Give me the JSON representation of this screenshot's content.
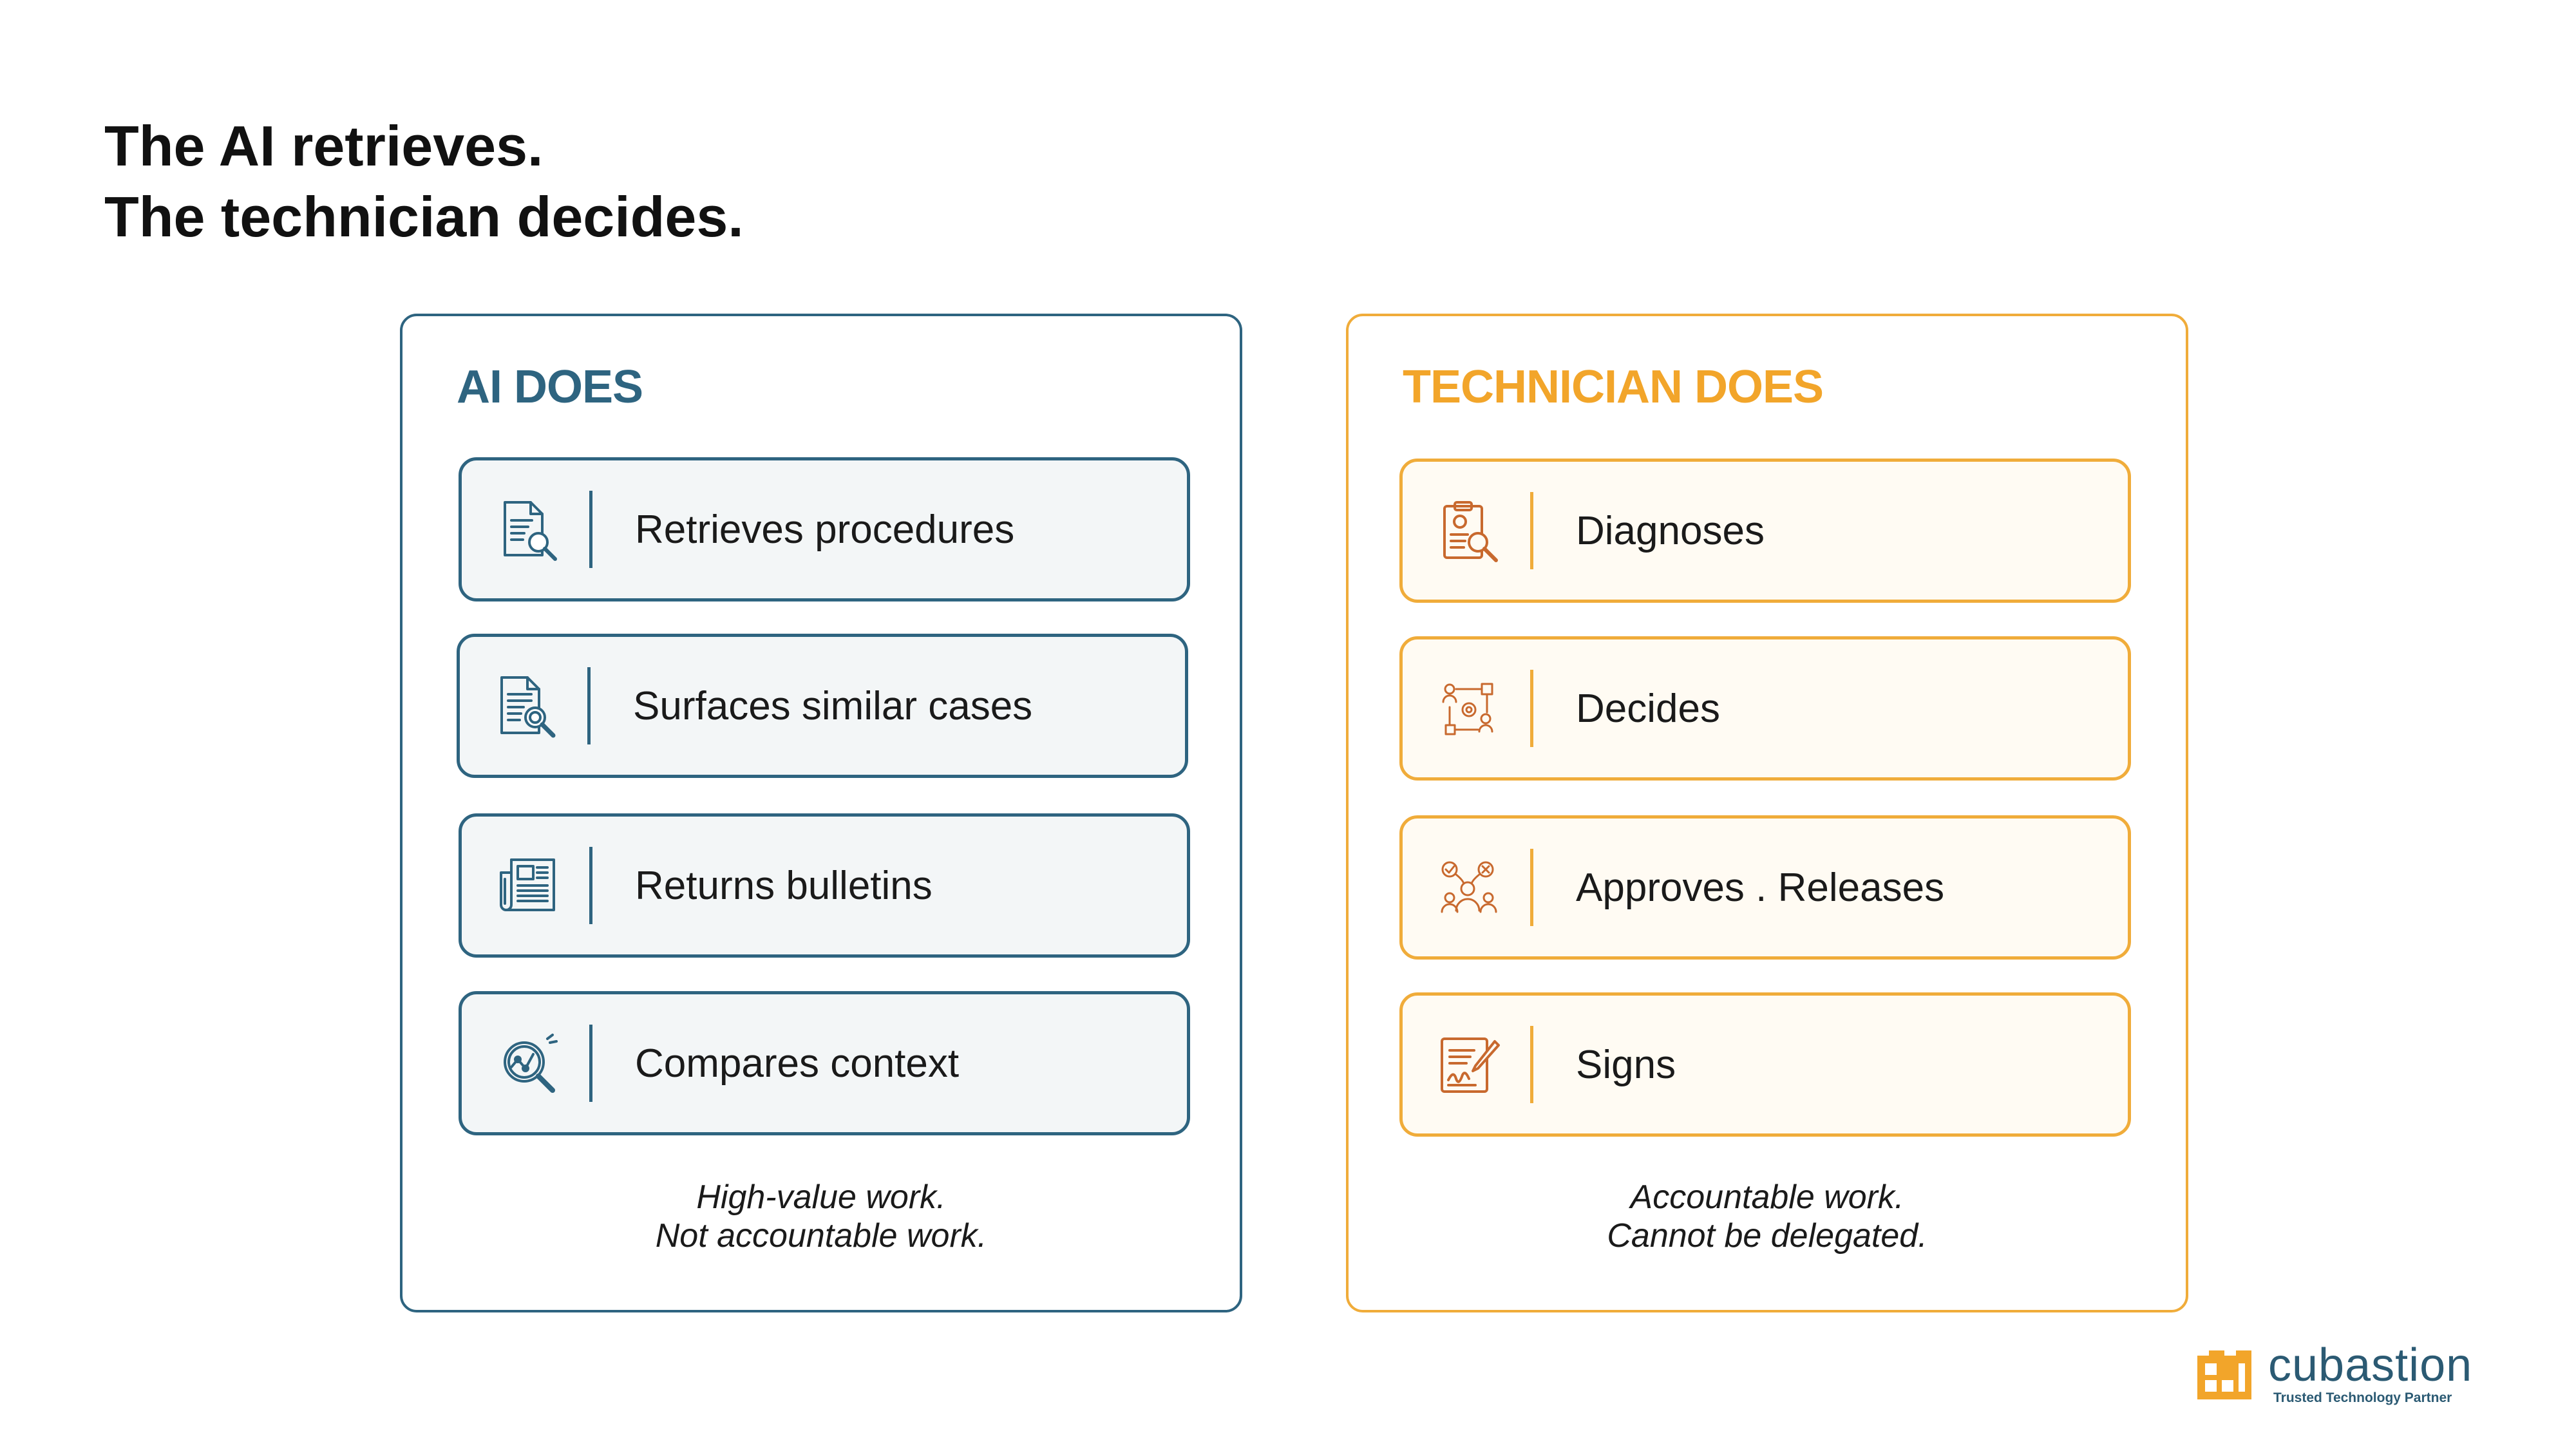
{
  "title": {
    "line1": "The AI retrieves.",
    "line2": "The technician decides."
  },
  "ai_panel": {
    "heading": "AI DOES",
    "accent_color": "#2e6480",
    "items": [
      {
        "label": "Retrieves procedures",
        "icon": "document-search-icon"
      },
      {
        "label": "Surfaces similar cases",
        "icon": "file-magnifier-icon"
      },
      {
        "label": "Returns bulletins",
        "icon": "newspaper-icon"
      },
      {
        "label": "Compares context",
        "icon": "trend-magnifier-icon"
      }
    ],
    "note_line1": "High-value work.",
    "note_line2": "Not accountable work."
  },
  "tech_panel": {
    "heading": "TECHNICIAN DOES",
    "accent_color": "#f2a52a",
    "items": [
      {
        "label": "Diagnoses",
        "icon": "clipboard-search-icon"
      },
      {
        "label": "Decides",
        "icon": "decision-flow-icon"
      },
      {
        "label": "Approves . Releases",
        "icon": "approval-people-icon"
      },
      {
        "label": "Signs",
        "icon": "signature-pen-icon"
      }
    ],
    "note_line1": "Accountable work.",
    "note_line2": "Cannot be delegated."
  },
  "brand": {
    "name": "cubastion",
    "tagline": "Trusted Technology Partner",
    "colors": {
      "logo": "#f2a52a",
      "text": "#2b5a73"
    }
  }
}
